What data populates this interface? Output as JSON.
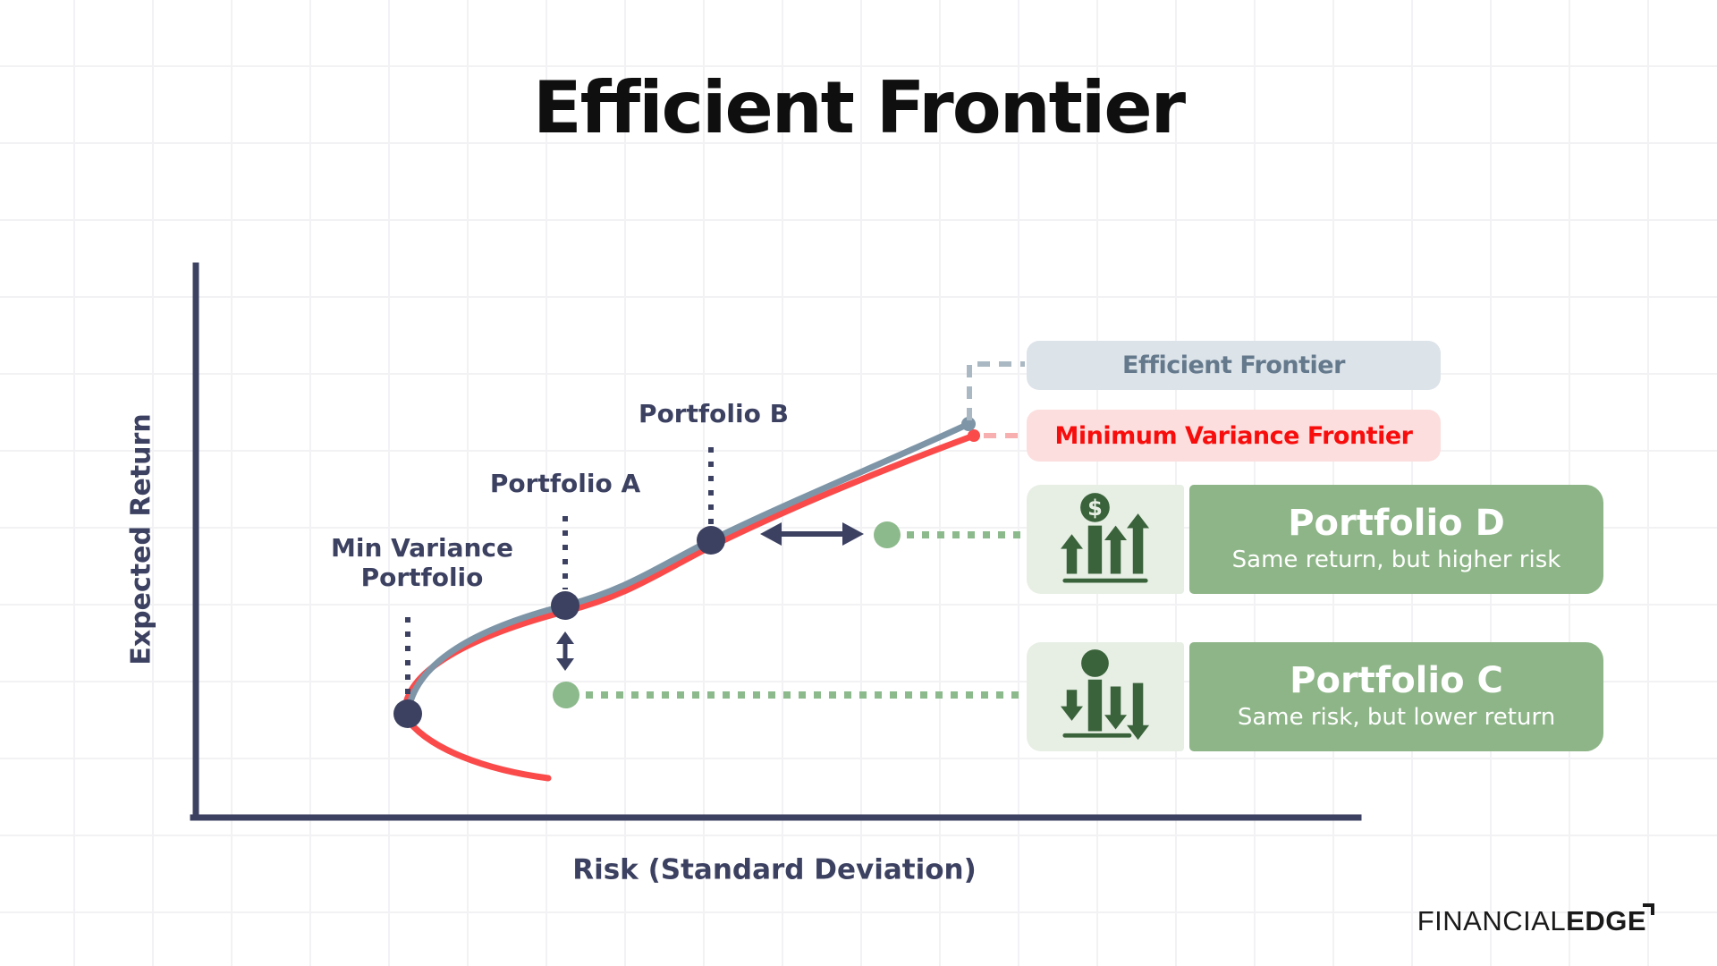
{
  "title": "Efficient Frontier",
  "axes": {
    "y_label": "Expected Return",
    "x_label": "Risk (Standard Deviation)"
  },
  "point_labels": {
    "min_variance": "Min Variance Portfolio",
    "portfolio_a": "Portfolio A",
    "portfolio_b": "Portfolio B"
  },
  "legend": {
    "efficient_frontier": "Efficient Frontier",
    "minimum_variance_frontier": "Minimum Variance Frontier"
  },
  "cards": [
    {
      "title": "Portfolio D",
      "subtitle": "Same return, but higher risk",
      "icon": "dollar-growth-icon"
    },
    {
      "title": "Portfolio C",
      "subtitle": "Same risk, but lower return",
      "icon": "person-decline-icon"
    }
  ],
  "logo": {
    "part_thin": "FINANCIAL",
    "part_bold": "EDGE"
  },
  "colors": {
    "navy": "#3c4161",
    "slate": "#7e95a7",
    "red": "#fb4a4a",
    "grayDash": "#a9b8c2",
    "pinkDash": "#f8afaf",
    "green": "#8cba8c",
    "greenBox": "#8db587",
    "greenLight": "#e7efe4",
    "greenDark": "#3a633b",
    "legendGrayBg": "#dce3e9",
    "legendGrayText": "#64798c",
    "legendRedBg": "#fcdede",
    "legendRedText": "#f80d0d",
    "grid": "#f2f2f4",
    "titleColor": "#0f0f0f",
    "logoColor": "#1a1a1a"
  },
  "chart_data": {
    "type": "line",
    "title": "Efficient Frontier",
    "xlabel": "Risk (Standard Deviation)",
    "ylabel": "Expected Return",
    "axis_ticks": "none (qualitative conceptual diagram)",
    "grid": "faint square background grid",
    "series": [
      {
        "name": "Efficient Frontier",
        "color": "#7e95a7",
        "points_fraction_of_axes": [
          [
            0.18,
            0.19
          ],
          [
            0.32,
            0.39
          ],
          [
            0.44,
            0.5
          ],
          [
            0.665,
            0.715
          ]
        ]
      },
      {
        "name": "Minimum Variance Frontier",
        "color": "#fb4a4a",
        "points_fraction_of_axes": [
          [
            0.3,
            0.07
          ],
          [
            0.18,
            0.18
          ],
          [
            0.32,
            0.38
          ],
          [
            0.44,
            0.49
          ],
          [
            0.67,
            0.69
          ]
        ]
      }
    ],
    "marked_points": [
      {
        "label": "Min Variance Portfolio",
        "x": 0.18,
        "y": 0.19,
        "marker": "navy dot"
      },
      {
        "label": "Portfolio A",
        "x": 0.32,
        "y": 0.39,
        "marker": "navy dot"
      },
      {
        "label": "Portfolio B",
        "x": 0.44,
        "y": 0.5,
        "marker": "navy dot"
      },
      {
        "label": "Portfolio D",
        "x": 0.595,
        "y": 0.51,
        "marker": "green dot",
        "note": "Same return, but higher risk"
      },
      {
        "label": "Portfolio C",
        "x": 0.32,
        "y": 0.22,
        "marker": "green dot",
        "note": "Same risk, but lower return"
      }
    ],
    "legend_position": "right side, connected by dashed leaders"
  }
}
